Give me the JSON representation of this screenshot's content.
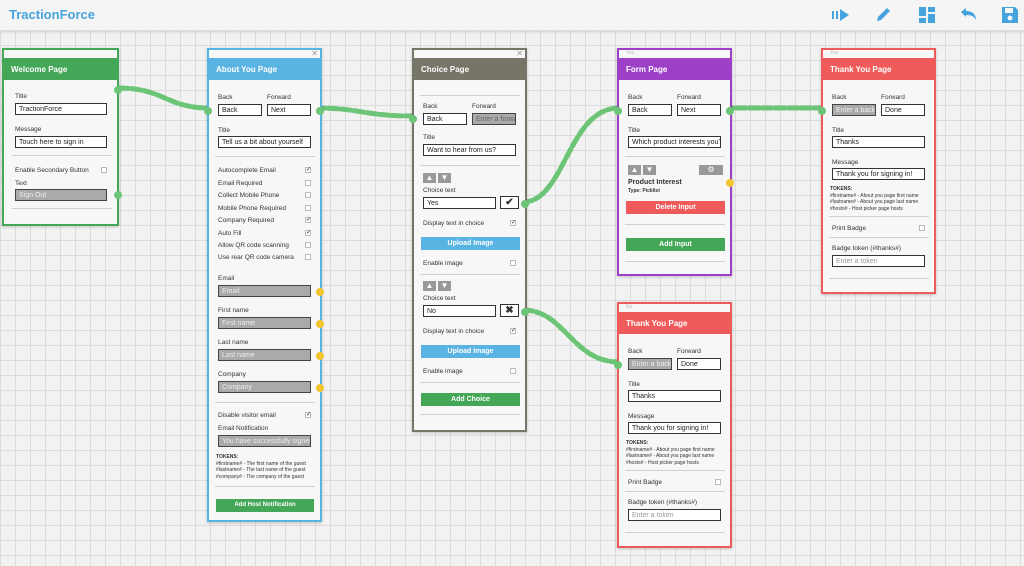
{
  "app": {
    "title": "TractionForce"
  },
  "toolbar": {
    "icons": [
      "play-icon",
      "pencil-icon",
      "grid-icon",
      "undo-icon",
      "save-icon"
    ],
    "color": "#45a3dd"
  },
  "colors": {
    "welcome": "#43a757",
    "about": "#5ab4e3",
    "choice": "#777468",
    "form": "#9b40c7",
    "thanks": "#ef5a5a",
    "wire": "#6cc476",
    "knob": "#f4c430"
  },
  "welcome": {
    "header": "Welcome Page",
    "title_label": "Title",
    "title_value": "TractionForce",
    "message_label": "Message",
    "message_value": "Touch here to sign in",
    "secondary_label": "Enable Secondary Button",
    "text_label": "Text",
    "text_value": "Sign Out"
  },
  "about": {
    "header": "About You Page",
    "back_label": "Back",
    "back_value": "Back",
    "forward_label": "Forward",
    "forward_value": "Next",
    "title_label": "Title",
    "title_value": "Tell us a bit about yourself",
    "options": [
      {
        "label": "Autocomplete Email",
        "checked": true
      },
      {
        "label": "Email Required",
        "checked": false
      },
      {
        "label": "Collect Mobile Phone",
        "checked": false
      },
      {
        "label": "Mobile Phone Required",
        "checked": false
      },
      {
        "label": "Company Required",
        "checked": true
      },
      {
        "label": "Auto Fill",
        "checked": true
      },
      {
        "label": "Allow QR code scanning",
        "checked": false
      },
      {
        "label": "Use rear QR code camera",
        "checked": false
      }
    ],
    "email_label": "Email",
    "email_value": "Email",
    "first_label": "First name",
    "first_value": "First name",
    "last_label": "Last name",
    "last_value": "Last name",
    "company_label": "Company",
    "company_value": "Company",
    "disable_label": "Disable visitor email",
    "notif_label": "Email Notification",
    "notif_value": "You have successfully signed in",
    "tokens_title": "TOKENS:",
    "tokens": [
      "#firstname# - The first name of the guest",
      "#lastname# - The last name of the guest",
      "#company# - The company of the guest"
    ],
    "add_btn": "Add Host Notification"
  },
  "choice": {
    "header": "Choice Page",
    "back_label": "Back",
    "back_value": "Back",
    "forward_label": "Forward",
    "forward_value": "Enter a forward",
    "title_label": "Title",
    "title_value": "Want to hear from us?",
    "choice_label": "Choice text",
    "choice1_value": "Yes",
    "choice2_value": "No",
    "display_label": "Display text in choice",
    "upload_btn": "Upload Image",
    "enable_label": "Enable image",
    "add_btn": "Add Choice"
  },
  "form": {
    "tag": "Yes",
    "header": "Form Page",
    "back_label": "Back",
    "back_value": "Back",
    "forward_label": "Forward",
    "forward_value": "Next",
    "title_label": "Title",
    "title_value": "Which product interests you?",
    "input_name": "Product Interest",
    "input_type": "Type: Picklist",
    "delete_btn": "Delete Input",
    "add_btn": "Add Input"
  },
  "thanks1": {
    "tag": "Yes",
    "header": "Thank You Page",
    "back_label": "Back",
    "back_value": "Enter a back",
    "forward_label": "Forward",
    "forward_value": "Done",
    "title_label": "Title",
    "title_value": "Thanks",
    "message_label": "Message",
    "message_value": "Thank you for signing in!",
    "tokens_title": "TOKENS:",
    "tokens": [
      "#firstname# - About you page first name",
      "#lastname# - About you page last name",
      "#hosts# - Host picker page hosts"
    ],
    "badge_label": "Print Badge",
    "badge_token_label": "Badge token (#thanks#)",
    "badge_token_value": "Enter a token"
  },
  "thanks2": {
    "tag": "No",
    "header": "Thank You Page",
    "back_label": "Back",
    "back_value": "Enter a back",
    "forward_label": "Forward",
    "forward_value": "Done",
    "title_label": "Title",
    "title_value": "Thanks",
    "message_label": "Message",
    "message_value": "Thank you for signing in!",
    "tokens_title": "TOKENS:",
    "tokens": [
      "#firstname# - About you page first name",
      "#lastname# - About you page last name",
      "#hosts# - Host picker page hosts"
    ],
    "badge_label": "Print Badge",
    "badge_token_label": "Badge token (#thanks#)",
    "badge_token_value": "Enter a token"
  }
}
